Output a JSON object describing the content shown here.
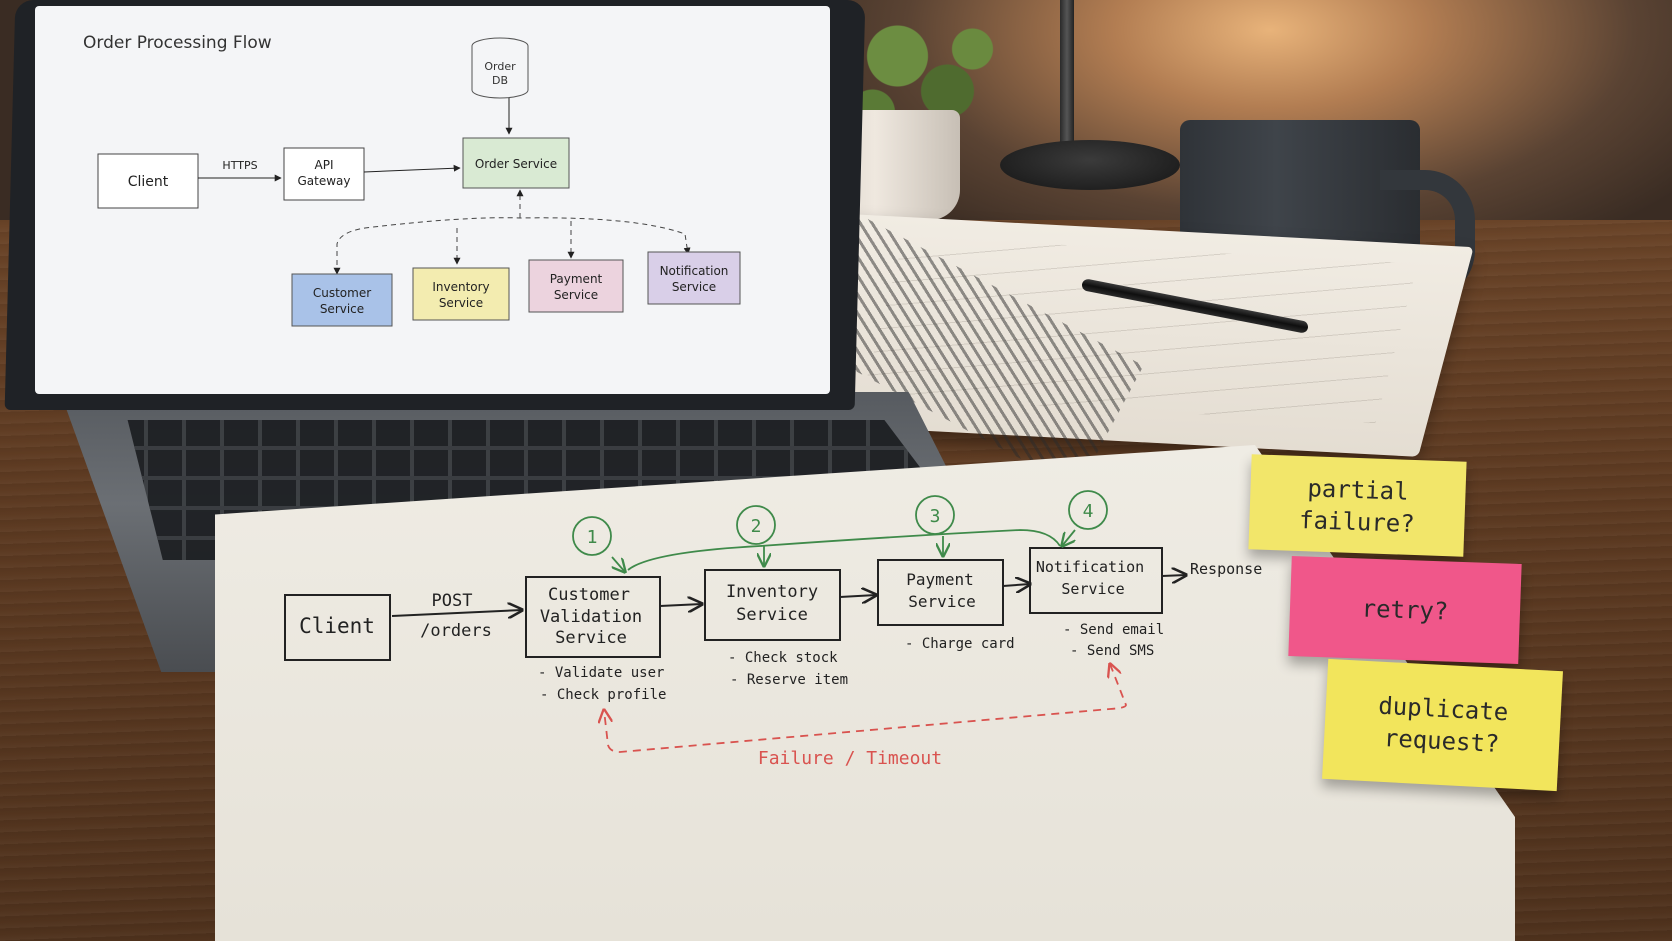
{
  "screen_diagram": {
    "title": "Order Processing Flow",
    "client": "Client",
    "https": "HTTPS",
    "api_gateway": [
      "API",
      "Gateway"
    ],
    "order_service": "Order Service",
    "order_db": [
      "Order",
      "DB"
    ],
    "customer_service": [
      "Customer",
      "Service"
    ],
    "inventory_service": [
      "Inventory",
      "Service"
    ],
    "payment_service": [
      "Payment",
      "Service"
    ],
    "notification_service": [
      "Notification",
      "Service"
    ],
    "colors": {
      "order_service": "#d9ead3",
      "customer_service": "#a9c2e8",
      "inventory_service": "#f3ecb0",
      "payment_service": "#ecd3de",
      "notification_service": "#d9cfe8"
    }
  },
  "sketch": {
    "client": "Client",
    "post": "POST",
    "orders": "/orders",
    "customer_validation": [
      "Customer",
      "Validation",
      "Service"
    ],
    "inventory": [
      "Inventory",
      "Service"
    ],
    "payment": [
      "Payment",
      "Service"
    ],
    "notification": [
      "Notification",
      "Service"
    ],
    "response": "Response",
    "steps": [
      "1",
      "2",
      "3",
      "4"
    ],
    "customer_notes": [
      "- Validate user",
      "- Check profile"
    ],
    "inventory_notes": [
      "- Check stock",
      "- Reserve item"
    ],
    "payment_notes": [
      "- Charge card"
    ],
    "notification_notes": [
      "- Send email",
      "- Send SMS"
    ],
    "failure": "Failure / Timeout",
    "colors": {
      "ink": "#222222",
      "green": "#3f8a4a",
      "red": "#d9534f"
    }
  },
  "stickies": {
    "note1": "partial\nfailure?",
    "note2": "retry?",
    "note3": "duplicate\nrequest?",
    "colors": {
      "yellow": "#f2e66a",
      "pink": "#f0578a"
    }
  }
}
